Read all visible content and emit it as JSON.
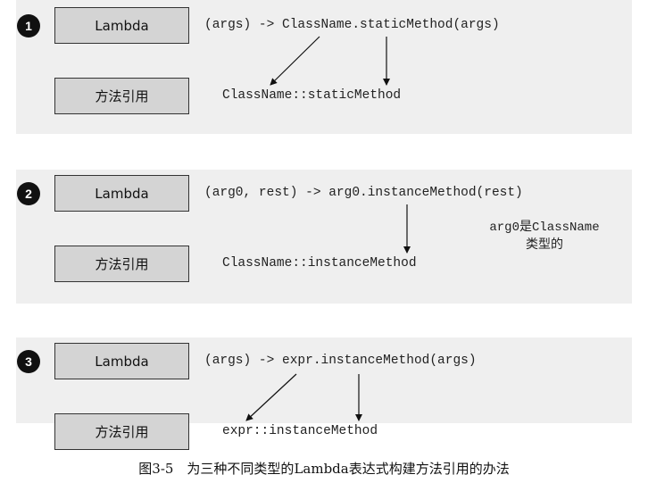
{
  "rows": [
    {
      "number": "1",
      "lambda_label": "Lambda",
      "lambda_expr": "(args) -> ClassName.staticMethod(args)",
      "ref_label": "方法引用",
      "ref_expr": "ClassName::staticMethod"
    },
    {
      "number": "2",
      "lambda_label": "Lambda",
      "lambda_expr": "(arg0, rest) -> arg0.instanceMethod(rest)",
      "ref_label": "方法引用",
      "ref_expr": "ClassName::instanceMethod",
      "note_line1_code1": "arg0",
      "note_line1_text": "是",
      "note_line1_code2": "ClassName",
      "note_line2": "类型的"
    },
    {
      "number": "3",
      "lambda_label": "Lambda",
      "lambda_expr": "(args) -> expr.instanceMethod(args)",
      "ref_label": "方法引用",
      "ref_expr": "expr::instanceMethod"
    }
  ],
  "caption": "图3-5　为三种不同类型的Lambda表达式构建方法引用的办法"
}
